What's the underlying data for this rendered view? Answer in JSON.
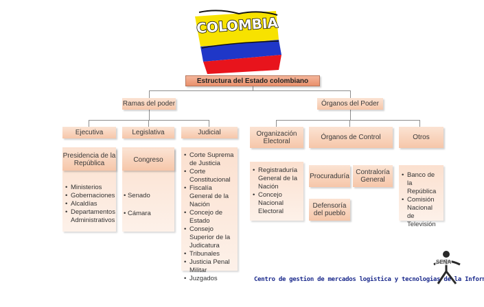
{
  "logo": {
    "text": "COLOMBIA",
    "colors": {
      "yellow": "#f7e200",
      "blue": "#1f37c8",
      "red": "#e8141c",
      "ink": "#111111"
    }
  },
  "root": "Estructura del Estado colombiano",
  "branches": {
    "ramas": {
      "label": "Ramas del poder",
      "ejecutiva": {
        "label": "Ejecutiva",
        "sub": "Presidencia de la República",
        "items": [
          "Ministerios",
          "Gobernaciones",
          "Alcaldías",
          "Departamentos Administrativos"
        ]
      },
      "legislativa": {
        "label": "Legislativa",
        "sub": "Congreso",
        "items": [
          "Senado",
          "Cámara"
        ]
      },
      "judicial": {
        "label": "Judicial",
        "items": [
          "Corte Suprema de Justicia",
          "Corte Constitucional",
          "Fiscalía General de la Nación",
          "Concejo de Estado",
          "Consejo Superior de la Judicatura",
          "Tribunales",
          "Justicia Penal Militar",
          "Juzgados"
        ]
      }
    },
    "organos": {
      "label": "Órganos del Poder",
      "electoral": {
        "label": "Organización Electoral",
        "items": [
          "Registraduría General de la Nación",
          "Concejo Nacional Electoral"
        ]
      },
      "control": {
        "label": "Órganos de Control",
        "procuraduria": "Procuraduría",
        "contraloria": "Contraloría General",
        "defensoria": "Defensoría del pueblo"
      },
      "otros": {
        "label": "Otros",
        "items": [
          "Banco de la República",
          "Comisión Nacional de Televisión"
        ]
      }
    }
  },
  "footer": {
    "brand": "SENA",
    "text": "Centro de gestion de mercados logistica y tecnologias de la Informacion"
  }
}
